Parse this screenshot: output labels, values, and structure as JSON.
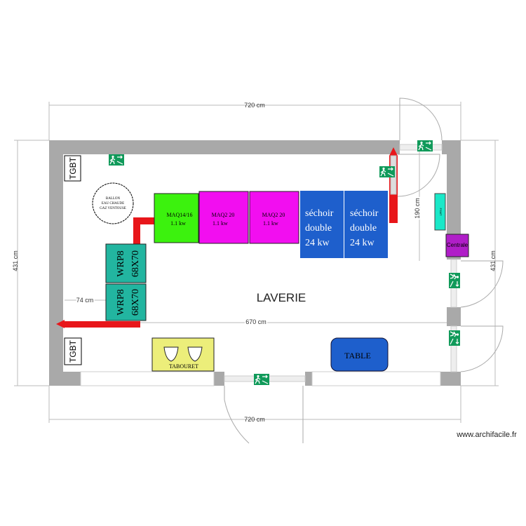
{
  "room": {
    "label": "LAVERIE"
  },
  "dimensions": {
    "top_width": "720 cm",
    "bottom_width": "720 cm",
    "left_height": "431 cm",
    "right_height": "431 cm",
    "inner_width": "670 cm",
    "offset_left": "74 cm",
    "door_height": "190 cm"
  },
  "equipment": {
    "washer_1": {
      "name": "MAQ14/16",
      "power": "1.1 kw",
      "color": "#3cf20e"
    },
    "washer_2": {
      "name": "MAQ2 20",
      "power": "1.1 kw",
      "color": "#f20ef0"
    },
    "washer_3": {
      "name": "MAQ2 20",
      "power": "1.1 kw",
      "color": "#f20ef0"
    },
    "dryer_1": {
      "line1": "séchoir",
      "line2": "double",
      "line3": "24 kw",
      "color": "#1e5fcc"
    },
    "dryer_2": {
      "line1": "séchoir",
      "line2": "double",
      "line3": "24 kw",
      "color": "#1e5fcc"
    },
    "ironer_1": {
      "line1": "WRP8",
      "line2": "68X70",
      "color": "#22b5a0"
    },
    "ironer_2": {
      "line1": "WRP8",
      "line2": "68X70",
      "color": "#22b5a0"
    },
    "boiler": {
      "line1": "BALLON",
      "line2": "EAU CHAUDE",
      "line3": "GAZ VENTOUSE"
    },
    "panel_top": "TGBT",
    "panel_bottom": "TGBT",
    "stool": {
      "label": "TABOURET",
      "color": "#ecee7a"
    },
    "table": {
      "label": "TABLE",
      "color": "#1e5fcc"
    },
    "central": {
      "label": "Centrale",
      "color": "#b01ec8"
    },
    "softener": {
      "label": "FSMT",
      "color": "#19e8c8"
    }
  },
  "colors": {
    "wall": "#a9a9a9",
    "pipe": "#e8161a",
    "exit_sign": "#109a5a"
  },
  "icons": [
    "emergency-exit-icon"
  ],
  "watermark": "www.archifacile.fr"
}
